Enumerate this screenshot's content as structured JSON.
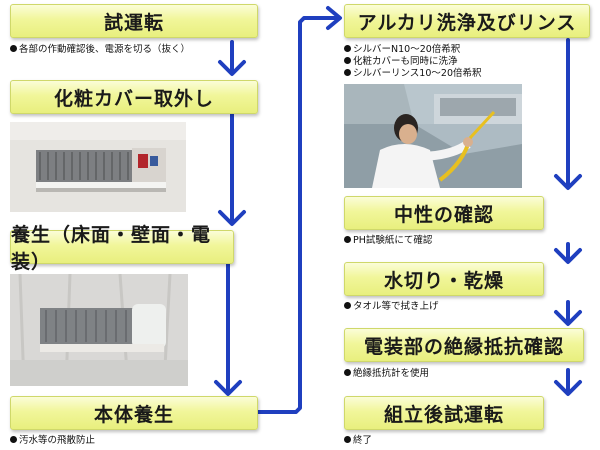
{
  "left": {
    "step1": {
      "title": "試運転",
      "notes": [
        "各部の作動確認後、電源を切る（抜く）"
      ]
    },
    "step2": {
      "title": "化粧カバー取外し"
    },
    "step3": {
      "title": "養生（床面・壁面・電装）"
    },
    "step4": {
      "title": "本体養生",
      "notes": [
        "汚水等の飛散防止"
      ]
    }
  },
  "right": {
    "step5": {
      "title": "アルカリ洗浄及びリンス",
      "notes": [
        "シルバーN10～20倍希釈",
        "化粧カバーも同時に洗浄",
        "シルバーリンス10～20倍希釈"
      ]
    },
    "step6": {
      "title": "中性の確認",
      "notes": [
        "PH試験紙にて確認"
      ]
    },
    "step7": {
      "title": "水切り・乾燥",
      "notes": [
        "タオル等で拭き上げ"
      ]
    },
    "step8": {
      "title": "電装部の絶縁抵抗確認",
      "notes": [
        "絶縁抵抗計を使用"
      ]
    },
    "step9": {
      "title": "組立後試運転",
      "notes": [
        "終了"
      ]
    }
  },
  "colors": {
    "arrow": "#1f3fbf",
    "step_fill": "#f1f69a",
    "step_border": "#cfd86a"
  }
}
